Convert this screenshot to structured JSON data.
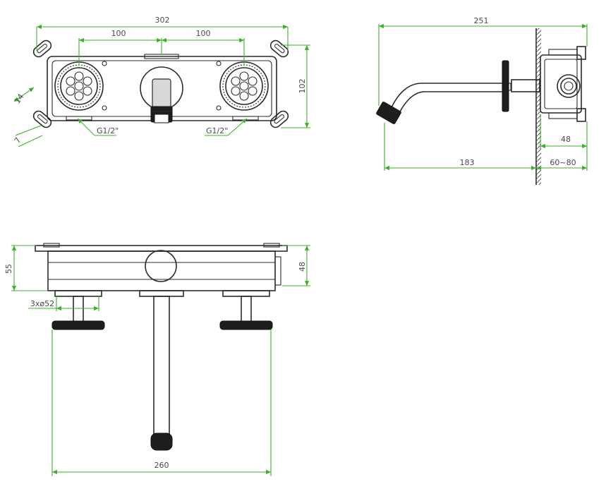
{
  "diagram": {
    "colors": {
      "dimension": "#3cb02a",
      "outline": "#2b2b2b",
      "handle": "#1e1e1e"
    },
    "front_view": {
      "width": "302",
      "spacing_left": "100",
      "spacing_right": "100",
      "height": "102",
      "slot_length": "14",
      "slot_width": "7",
      "thread_left": "G1/2\"",
      "thread_right": "G1/2\""
    },
    "side_view": {
      "total_length": "251",
      "spout_length": "183",
      "wall_depth": "60~80",
      "box_depth": "48"
    },
    "top_view": {
      "depth_left": "55",
      "depth_right": "48",
      "diameters": "3xø52",
      "handle_span": "260"
    }
  }
}
